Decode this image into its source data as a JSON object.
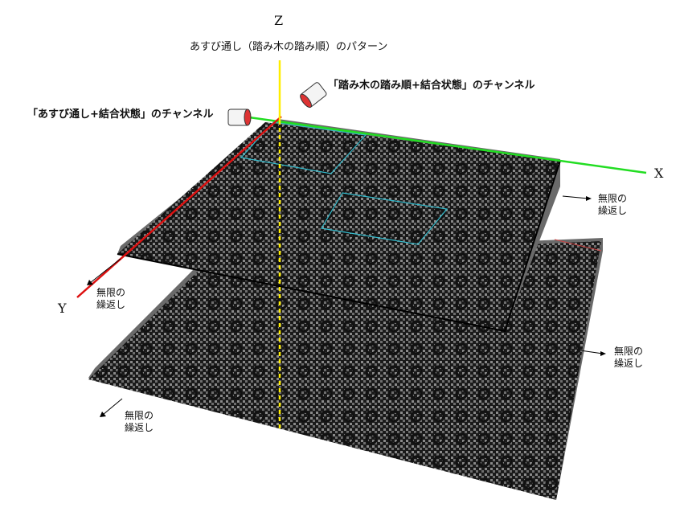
{
  "axes": {
    "x": "X",
    "y": "Y",
    "z": "Z"
  },
  "title": "あすび通し（踏み木の踏み順）のパターン",
  "channels": {
    "treadle": "「踏み木の踏み順+結合状態」のチャンネル",
    "asubi": "「あすび通し+結合状態」のチャンネル"
  },
  "repeat_labels": {
    "upper_right": [
      "無限の",
      "繰返し"
    ],
    "upper_left": [
      "無限の",
      "繰返し"
    ],
    "lower_right": [
      "無限の",
      "繰返し"
    ],
    "lower_left": [
      "無限の",
      "繰返し"
    ]
  },
  "colors": {
    "axis_x": "#22dd22",
    "axis_y": "#dd1111",
    "axis_z": "#ffee00",
    "cloth": "#1a1a1a",
    "cloth_highlight": "#8a8a8a",
    "plane_shadow": "#6a6a6a",
    "selection": "#33bbcc"
  }
}
